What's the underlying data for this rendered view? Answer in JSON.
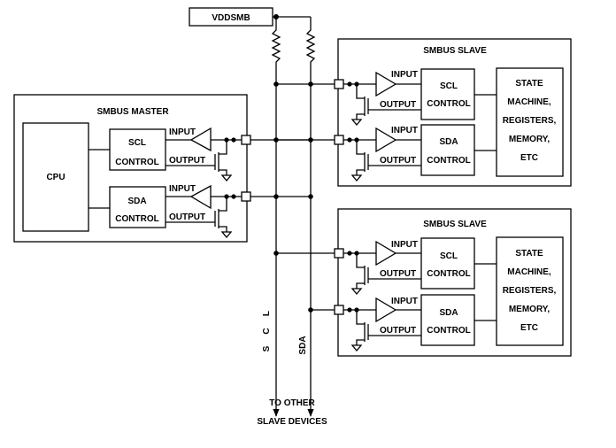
{
  "vdd_label": "VDDSMB",
  "master": {
    "title": "SMBUS MASTER",
    "cpu": "CPU",
    "channels": [
      {
        "ctrl1": "SCL",
        "ctrl2": "CONTROL",
        "input": "INPUT",
        "output": "OUTPUT"
      },
      {
        "ctrl1": "SDA",
        "ctrl2": "CONTROL",
        "input": "INPUT",
        "output": "OUTPUT"
      }
    ]
  },
  "slaves": [
    {
      "title": "SMBUS SLAVE",
      "state": [
        "STATE",
        "MACHINE,",
        "REGISTERS,",
        "MEMORY,",
        "ETC"
      ],
      "channels": [
        {
          "ctrl1": "SCL",
          "ctrl2": "CONTROL",
          "input": "INPUT",
          "output": "OUTPUT"
        },
        {
          "ctrl1": "SDA",
          "ctrl2": "CONTROL",
          "input": "INPUT",
          "output": "OUTPUT"
        }
      ]
    },
    {
      "title": "SMBUS SLAVE",
      "state": [
        "STATE",
        "MACHINE,",
        "REGISTERS,",
        "MEMORY,",
        "ETC"
      ],
      "channels": [
        {
          "ctrl1": "SCL",
          "ctrl2": "CONTROL",
          "input": "INPUT",
          "output": "OUTPUT"
        },
        {
          "ctrl1": "SDA",
          "ctrl2": "CONTROL",
          "input": "INPUT",
          "output": "OUTPUT"
        }
      ]
    }
  ],
  "bus": {
    "scl_chars": [
      "S",
      "C",
      "L"
    ],
    "sda": "SDA",
    "footer_line1": "TO OTHER",
    "footer_line2": "SLAVE DEVICES"
  }
}
